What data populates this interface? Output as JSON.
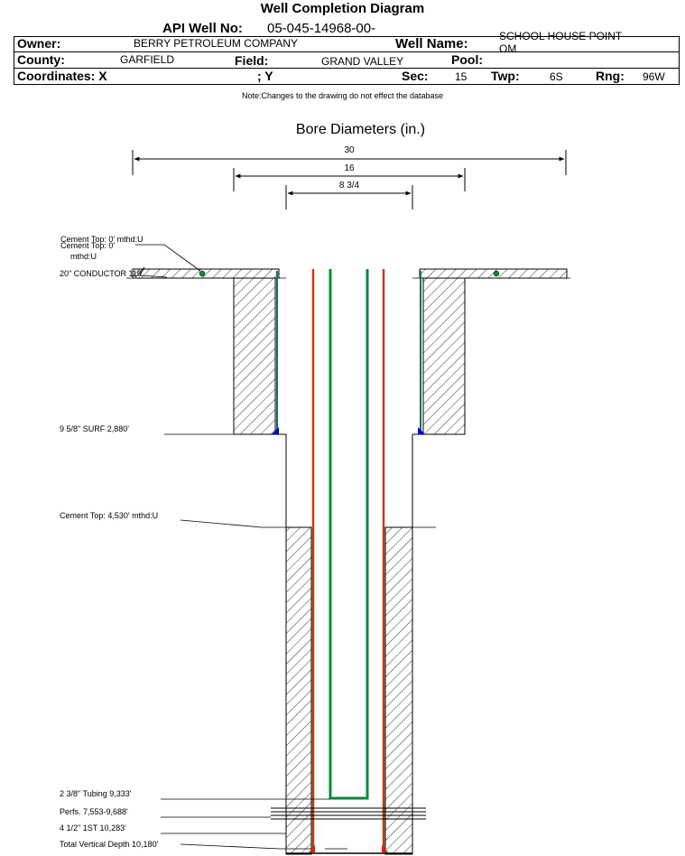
{
  "header": {
    "title": "Well Completion Diagram",
    "api_label": "API Well No:",
    "api_value": "05-045-14968-00-",
    "owner_label": "Owner:",
    "owner_value": "BERRY PETROLEUM COMPANY",
    "wellname_label": "Well Name:",
    "wellname_value_1": "SCHOOL HOUSE POINT",
    "wellname_value_2": "OM",
    "county_label": "County:",
    "county_value": "GARFIELD",
    "field_label": "Field:",
    "field_value": "GRAND VALLEY",
    "pool_label": "Pool:",
    "coord_label": "Coordinates: X",
    "coord_y_label": "; Y",
    "sec_label": "Sec:",
    "sec_value": "15",
    "twp_label": "Twp:",
    "twp_value": "6S",
    "rng_label": "Rng:",
    "rng_value": "96W",
    "note": "Note:Changes to the drawing do not effect the database"
  },
  "diagram": {
    "bore_title": "Bore Diameters (in.)",
    "diameters": [
      "30",
      "16",
      "8 3/4"
    ],
    "annotations": {
      "cement_top_1": "Cement Top: 0' mthd:U",
      "cement_top_2a": "Cement Top: 0'",
      "cement_top_2b": "mthd:U",
      "conductor": "20\" CONDUCTOR  119",
      "surf": "9 5/8\" SURF      2,880'",
      "cement_top_3": "Cement Top: 4,530' mthd:U",
      "tubing": "2 3/8\" Tubing 9,333'",
      "perfs": "Perfs. 7,553-9,688'",
      "first_string": "4 1/2\" 1ST      10,283'",
      "tvd": "Total Vertical Depth 10,180'"
    },
    "colors": {
      "casing_green": "#0a8a3a",
      "casing_brown": "#b5450f",
      "casing_teal": "#1a6e5a",
      "shoe_blue": "#0000cc",
      "shoe_red": "#dd2200",
      "hatch": "#000000"
    }
  }
}
